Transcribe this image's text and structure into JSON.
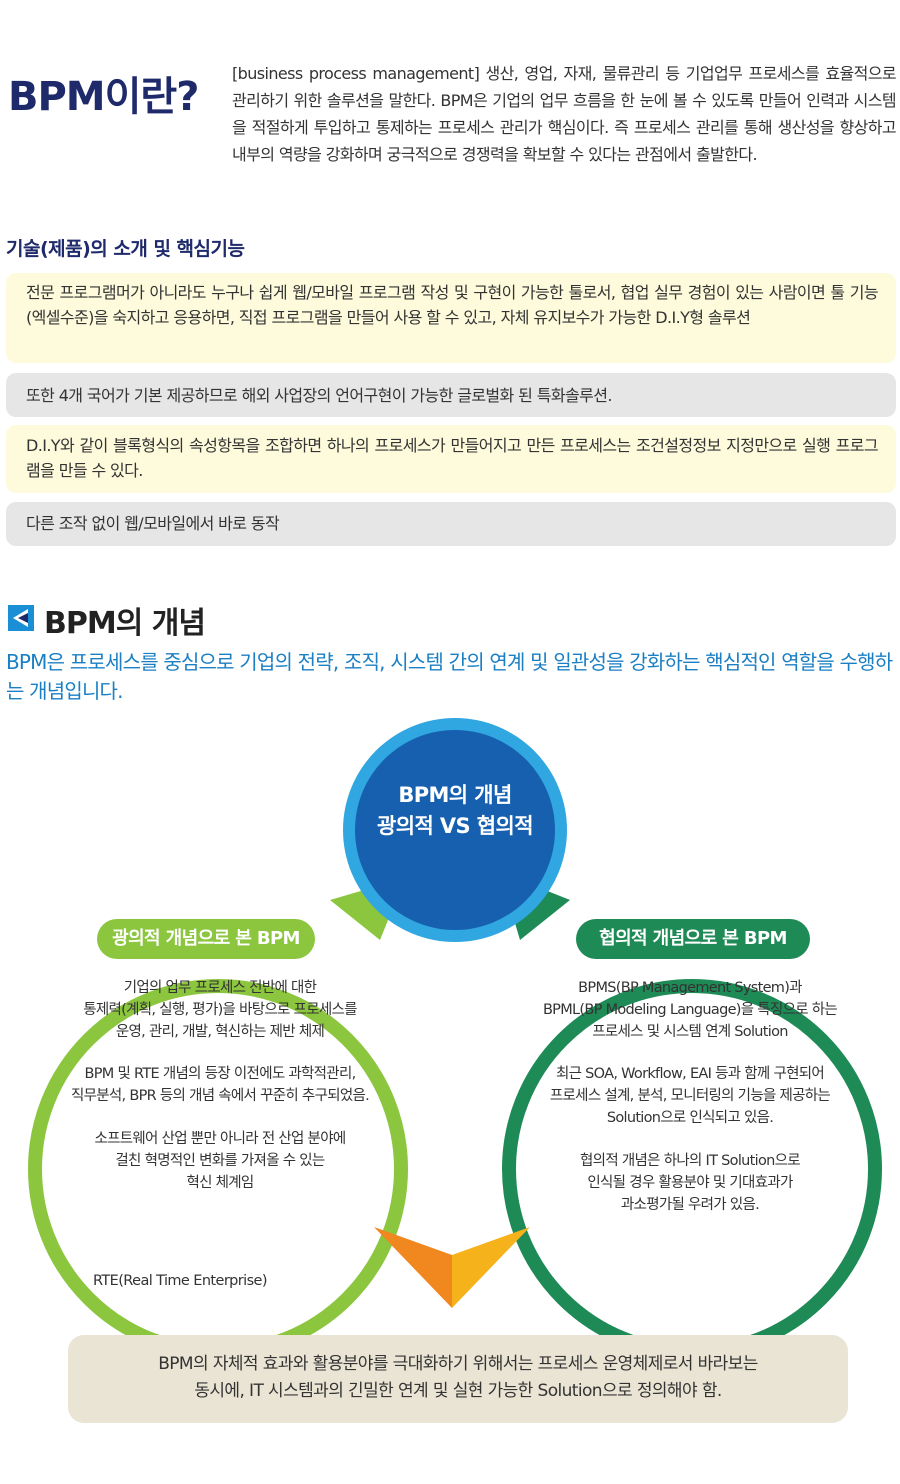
{
  "intro": {
    "title": "BPM이란?",
    "text": "[business process management] 생산, 영업, 자재, 물류관리 등 기업업무 프로세스를 효율적으로 관리하기 위한 솔루션을 말한다. BPM은 기업의 업무 흐름을 한 눈에 볼 수 있도록 만들어 인력과 시스템을 적절하게 투입하고 통제하는 프로세스 관리가 핵심이다. 즉 프로세스 관리를 통해 생산성을 향상하고 내부의 역량을 강화하며 궁극적으로 경쟁력을 확보할 수 있다는 관점에서 출발한다."
  },
  "features": {
    "heading": "기술(제품)의 소개 및 핵심기능",
    "items": [
      "전문 프로그램머가 아니라도 누구나 쉽게 웹/모바일 프로그램 작성 및 구현이 가능한 툴로서, 협업 실무 경험이 있는 사람이면 툴 기능(엑셀수준)을 숙지하고 응용하면, 직접 프로그램을 만들어 사용 할 수 있고, 자체 유지보수가 가능한 D.I.Y형 솔루션",
      "또한 4개 국어가 기본 제공하므로 해외 사업장의 언어구현이 가능한 글로벌화 된 특화솔루션.",
      "D.I.Y와 같이 블록형식의 속성항목을 조합하면 하나의 프로세스가 만들어지고 만든 프로세스는 조건설정정보 지정만으로 실행 프로그램을 만들 수 있다.",
      "다른 조작 없이 웹/모바일에서 바로 동작"
    ]
  },
  "concept": {
    "heading": "BPM의 개념",
    "subtitle": "BPM은 프로세스를 중심으로 기업의 전략, 조직, 시스템 간의 연계 및 일관성을 강화하는 핵심적인 역할을 수행하는 개념입니다.",
    "center": {
      "line1": "BPM의 개념",
      "line2": "광의적 VS 협의적"
    },
    "left": {
      "title": "광의적 개념으로 본 BPM",
      "p1": [
        "기업의 업무 프로세스 전반에 대한",
        "통제력(계획, 실행, 평가)을 바탕으로 프로세스를",
        "운영, 관리, 개발, 혁신하는 제반 체제"
      ],
      "p2": [
        "BPM  및 RTE 개념의 등장 이전에도 과학적관리,",
        "직무분석, BPR 등의 개념 속에서 꾸준히 추구되었음."
      ],
      "p3": [
        "소프트웨어 산업 뿐만 아니라 전 산업 분야에",
        "걸친 혁명적인 변화를 가져올 수 있는",
        "혁신 체계임"
      ]
    },
    "right": {
      "title": "협의적 개념으로 본 BPM",
      "p1": [
        "BPMS(BP Management System)과",
        "BPML(BP Modeling Language)을 특징으로 하는",
        "프로세스 및 시스템 연계 Solution"
      ],
      "p2": [
        "최근 SOA, Workflow, EAI 등과 함께 구현되어",
        "프로세스 설계, 분석, 모니터링의 기능을 제공하는",
        "Solution으로 인식되고 있음."
      ],
      "p3": [
        "협의적 개념은 하나의 IT Solution으로",
        "인식될 경우 활용분야 및 기대효과가",
        "과소평가될 우려가 있음."
      ]
    },
    "rte_note": "RTE(Real Time Enterprise)",
    "conclusion": [
      "BPM의 자체적 효과와 활용분야를 극대화하기 위해서는 프로세스 운영체제로서 바라보는",
      "동시에, IT 시스템과의 긴밀한 연계 및 실현 가능한 Solution으로 정의해야 함."
    ]
  },
  "colors": {
    "navy": "#1f2a6b",
    "blue_text": "#1b7fc4",
    "center_circle": "#1760b0",
    "center_ring": "#30a7e0",
    "left_ring": "#8cc63f",
    "right_ring": "#1e8a56",
    "arrow_left": "#f0871f",
    "arrow_right": "#f6b21b"
  }
}
